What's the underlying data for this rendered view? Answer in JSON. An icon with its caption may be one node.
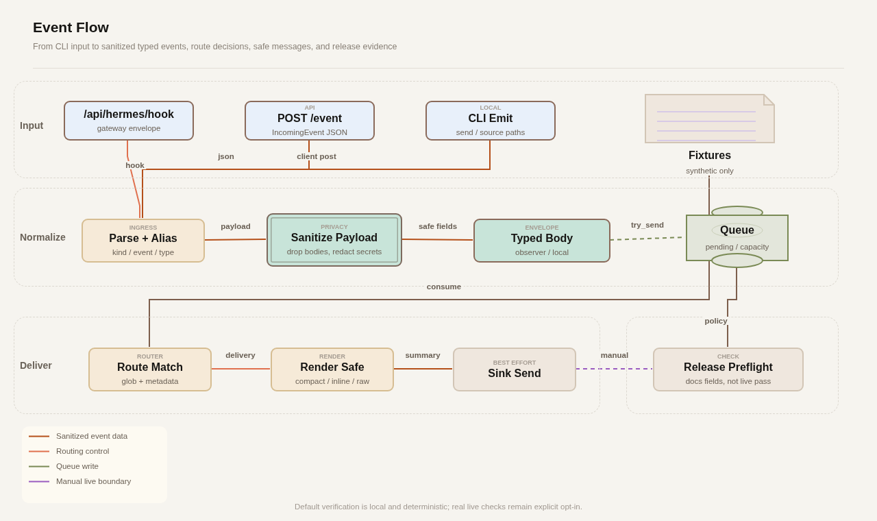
{
  "diagram": {
    "title": "Event Flow",
    "nodes": [
      {
        "text": [
          "Input"
        ]
      },
      {
        "text": [
          "/api/hermes/hook",
          "gateway envelope"
        ],
        "in": 0
      },
      {
        "text": [
          "API",
          "POST /event",
          "IncomingEvent JSON"
        ],
        "in": 0
      },
      {
        "text": [
          "LOCAL",
          "CLI Emit",
          "send / source paths"
        ],
        "in": 0
      },
      {
        "text": [
          "Fixtures",
          "synthetic only"
        ],
        "in": 0
      },
      {
        "text": [
          "Normalize"
        ]
      },
      {
        "text": [
          "INGRESS",
          "Parse + Alias",
          "kind / event / type"
        ],
        "in": 5
      },
      {
        "text": [
          "PRIVACY",
          "Sanitize Payload",
          "drop bodies, redact secrets"
        ],
        "in": 5
      },
      {
        "text": [
          "ENVELOPE",
          "Typed Body",
          "observer / local"
        ],
        "in": 5
      },
      {
        "text": [
          "Queue",
          "pending / capacity"
        ],
        "in": 5
      },
      {
        "text": [
          "Deliver"
        ]
      },
      {
        "text": [
          "ROUTER",
          "Route Match",
          "glob + metadata"
        ],
        "in": 10
      },
      {
        "text": [
          "RENDER",
          "Render Safe",
          "compact / inline / raw"
        ],
        "in": 10
      },
      {
        "text": [
          "BEST EFFORT",
          "Sink Send"
        ],
        "in": 10
      },
      {
        "text": [],
        "shape": "box"
      },
      {
        "text": [
          "CHECK",
          "Release Preflight",
          "docs fields, not live pass"
        ],
        "in": 14
      }
    ],
    "edges": [
      {
        "from": 1,
        "to": 6,
        "arrow": "none",
        "label": "hook",
        "color": "#e0704e"
      },
      {
        "from": 2,
        "to": 6,
        "arrow": "none",
        "label": "client post"
      },
      {
        "from": 3,
        "to": 6,
        "arrow": "none",
        "label": "json"
      },
      {
        "from": 6,
        "to": 7,
        "arrow": "none",
        "label": "payload"
      },
      {
        "from": 7,
        "to": 8,
        "arrow": "none",
        "label": "safe fields"
      },
      {
        "from": 8,
        "to": 9,
        "arrow": "none",
        "label": "try_send",
        "style": "dashed",
        "color": "#7a8a55"
      },
      {
        "from": 4,
        "to": 9,
        "arrow": "none",
        "color": "#7d5e4c"
      },
      {
        "from": 9,
        "to": 11,
        "arrow": "none",
        "label": "consume",
        "color": "#7d5e4c"
      },
      {
        "from": 9,
        "to": 15,
        "arrow": "none",
        "label": "policy",
        "color": "#7d5e4c"
      },
      {
        "from": 11,
        "to": 12,
        "arrow": "none",
        "label": "delivery",
        "color": "#e0704e"
      },
      {
        "from": 12,
        "to": 13,
        "arrow": "none",
        "label": "summary"
      },
      {
        "from": 13,
        "to": 15,
        "arrow": "none",
        "label": "manual",
        "style": "dashed",
        "color": "#9a5cc0"
      }
    ],
    "labels": [
      "From CLI input to sanitized typed events, route decisions, safe messages, and release evidence",
      "Default verification is local and deterministic; real live checks remain explicit opt-in."
    ],
    "legend": [
      {
        "text": "Sanitized event data"
      },
      {
        "text": "Routing control"
      },
      {
        "text": "Queue write"
      },
      {
        "text": "Manual live boundary"
      }
    ]
  }
}
